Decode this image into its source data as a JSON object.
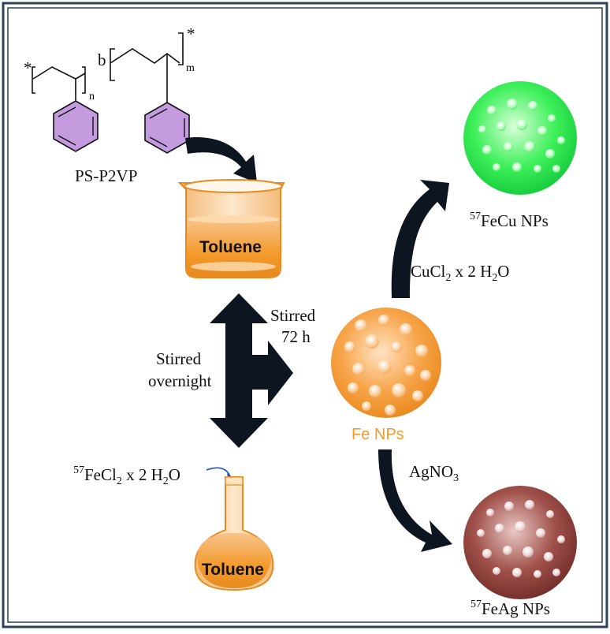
{
  "polymer": {
    "name": "PS-P2VP",
    "star": "*",
    "block_sep": "b",
    "sub_n": "n",
    "sub_m": "m"
  },
  "beaker": {
    "solvent": "Toluene"
  },
  "flask": {
    "solvent": "Toluene"
  },
  "precursor": {
    "isotope": "57",
    "formula_main": "FeCl",
    "sub2": "2",
    "rest": " x 2 H",
    "sub_h": "2",
    "tail": "O"
  },
  "steps": {
    "stir_overnight_line1": "Stirred",
    "stir_overnight_line2": "overnight",
    "stir_72_line1": "Stirred",
    "stir_72_line2": "72 h"
  },
  "fe_np": {
    "label": "Fe NPs",
    "color": "#f39a2b"
  },
  "cu_reagent": {
    "main": "CuCl",
    "sub": "2",
    "rest": " x 2 H",
    "sub_h": "2",
    "tail": "O"
  },
  "ag_reagent": {
    "main": "AgNO",
    "sub": "3"
  },
  "fecu": {
    "isotope": "57",
    "label": "FeCu NPs",
    "color": "#22e04a"
  },
  "feag": {
    "isotope": "57",
    "label": "FeAg NPs",
    "color": "#8a3a36"
  },
  "colors": {
    "arrow": "#0d1520",
    "hexagon": "#c59be0",
    "frame": "#2f4258",
    "orange": "#f39a2b"
  }
}
